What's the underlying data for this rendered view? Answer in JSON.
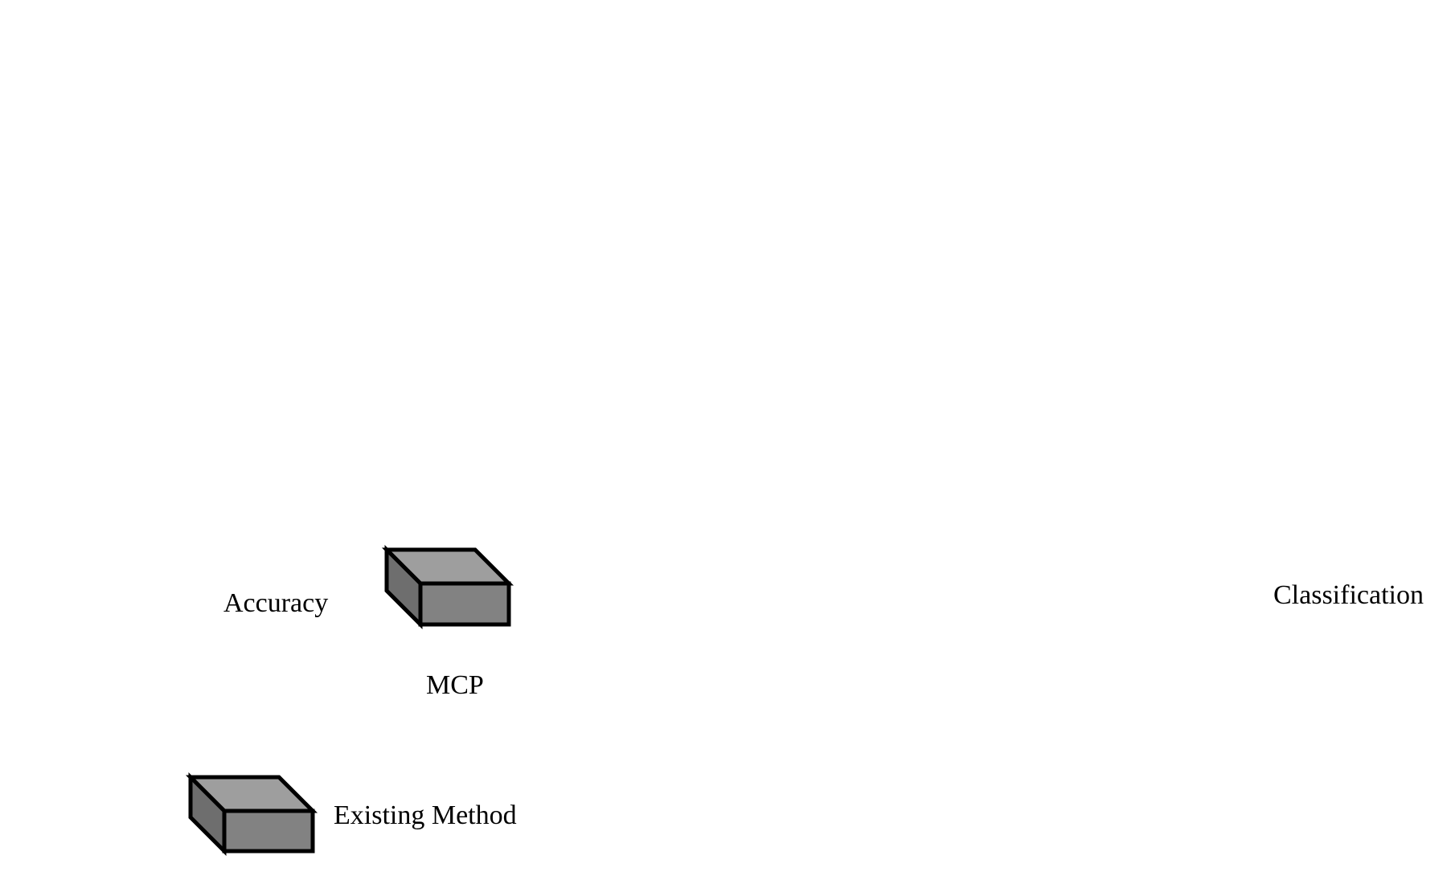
{
  "labels": {
    "accuracy": "Accuracy",
    "mcp": "MCP",
    "existing_method": "Existing Method",
    "classification": "Classification"
  },
  "colors": {
    "box_top": "#9e9e9e",
    "box_front": "#828282",
    "box_side": "#6e6e6e",
    "outline": "#000000",
    "background": "#ffffff"
  }
}
